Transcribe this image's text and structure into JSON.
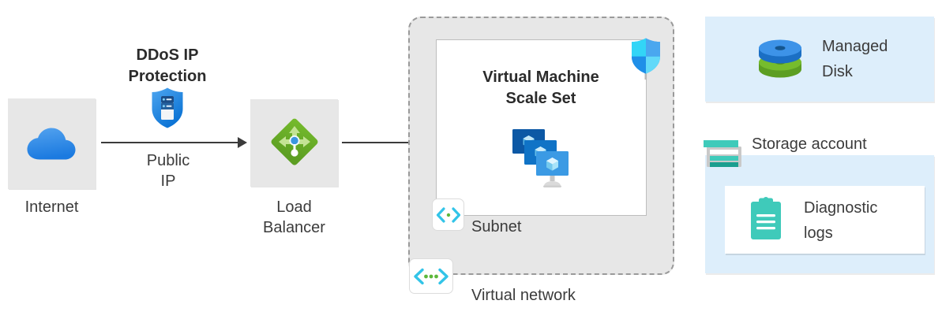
{
  "diagram": {
    "title": "Azure DDoS IP Protection reference architecture",
    "colors": {
      "tile_gray": "#e7e7e7",
      "panel_blue": "#ddeefb",
      "azure_blue": "#0078d4",
      "cloud_blue": "#3d93e8",
      "lb_green": "#7ab441",
      "teal": "#3fcaba",
      "shield_cyan": "#32bdf3",
      "text_dark": "#3b3b3b",
      "connector": "#3b3b3b",
      "dash_border": "#9a9a9a"
    },
    "nodes": {
      "internet": {
        "label": "Internet",
        "icon": "cloud-icon"
      },
      "ddos": {
        "label": "DDoS IP\nProtection",
        "icon": "shield-server-icon"
      },
      "public_ip": {
        "label": "Public\nIP"
      },
      "load_balancer": {
        "label": "Load\nBalancer",
        "icon": "load-balancer-icon"
      },
      "virtual_network": {
        "label": "Virtual network",
        "icon": "virtual-network-icon"
      },
      "subnet": {
        "label": "Subnet",
        "icon": "subnet-icon"
      },
      "vmss": {
        "label": "Virtual Machine\nScale Set",
        "icon": "virtual-machine-scale-set-icon",
        "badge_icon": "shield-icon"
      },
      "managed_disk": {
        "label": "Managed\nDisk",
        "icon": "managed-disk-icon"
      },
      "storage_account": {
        "label": "Storage account",
        "icon": "storage-account-icon"
      },
      "diagnostic_logs": {
        "label": "Diagnostic\nlogs",
        "icon": "diagnostic-logs-icon"
      }
    },
    "connectors": [
      {
        "name": "internet-to-load-balancer",
        "from": "internet",
        "to": "load_balancer"
      },
      {
        "name": "load-balancer-to-subnet",
        "from": "load_balancer",
        "to": "subnet"
      }
    ]
  }
}
